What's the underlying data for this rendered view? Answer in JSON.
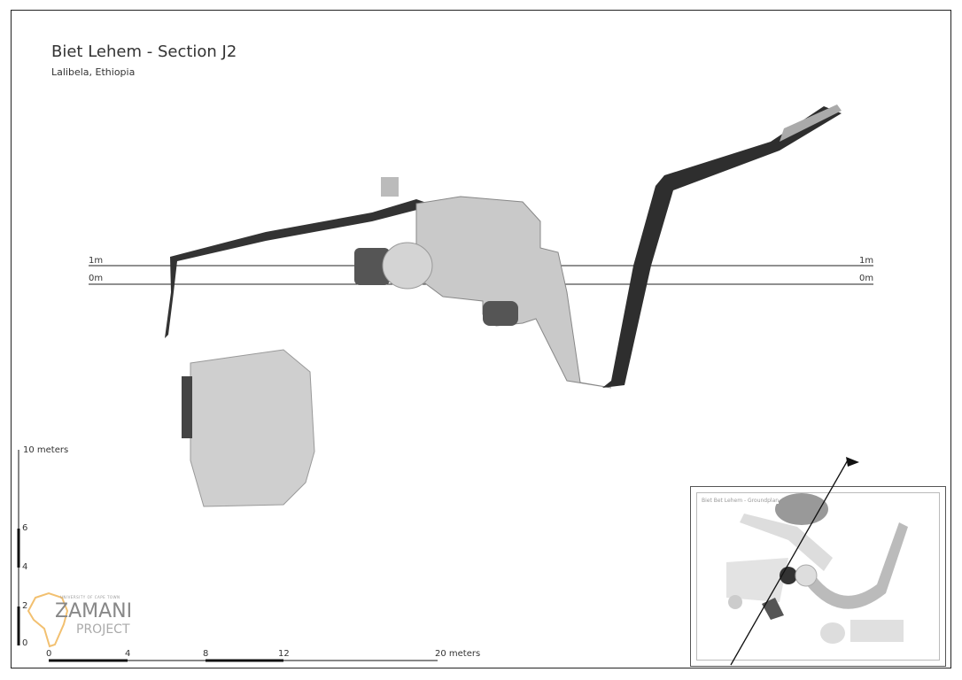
{
  "header": {
    "title": "Biet Lehem - Section J2",
    "subtitle": "Lalibela, Ethiopia"
  },
  "levels": [
    {
      "label": "1m"
    },
    {
      "label": "0m"
    }
  ],
  "horizontal_scale": {
    "ticks": [
      "0",
      "4",
      "8",
      "12",
      "20 meters"
    ]
  },
  "vertical_scale": {
    "ticks": [
      "10 meters",
      "6",
      "4",
      "2",
      "0"
    ]
  },
  "logo": {
    "top": "UNIVERSITY OF CAPE TOWN",
    "name": "ZAMANI",
    "sub": "PROJECT"
  },
  "inset": {
    "title": "Biet Bet Lehem - Groundplan"
  },
  "colors": {
    "logo_outline": "#f2c070",
    "stone": "#c8c8c8",
    "dark": "#2a2a2a"
  }
}
